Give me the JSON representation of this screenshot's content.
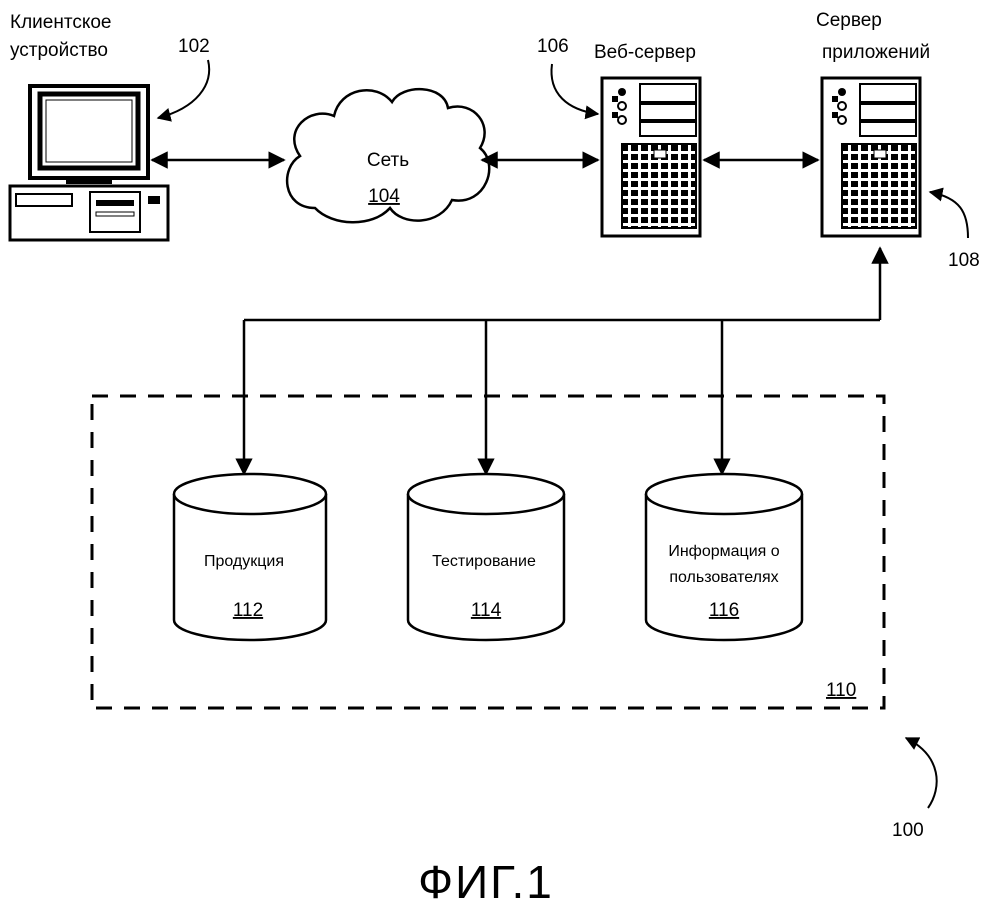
{
  "figure": {
    "caption": "ФИГ.1",
    "system_ref": "100"
  },
  "client": {
    "label_line1": "Клиентское",
    "label_line2": "устройство",
    "ref": "102"
  },
  "network": {
    "label": "Сеть",
    "ref": "104"
  },
  "web_server": {
    "label": "Веб-сервер",
    "ref": "106"
  },
  "app_server": {
    "label_line1": "Сервер",
    "label_line2": "приложений",
    "ref": "108"
  },
  "storage_group": {
    "ref": "110"
  },
  "databases": [
    {
      "label_line1": "Продукция",
      "label_line2": "",
      "ref": "112"
    },
    {
      "label_line1": "Тестирование",
      "label_line2": "",
      "ref": "114"
    },
    {
      "label_line1": "Информация о",
      "label_line2": "пользователях",
      "ref": "116"
    }
  ]
}
